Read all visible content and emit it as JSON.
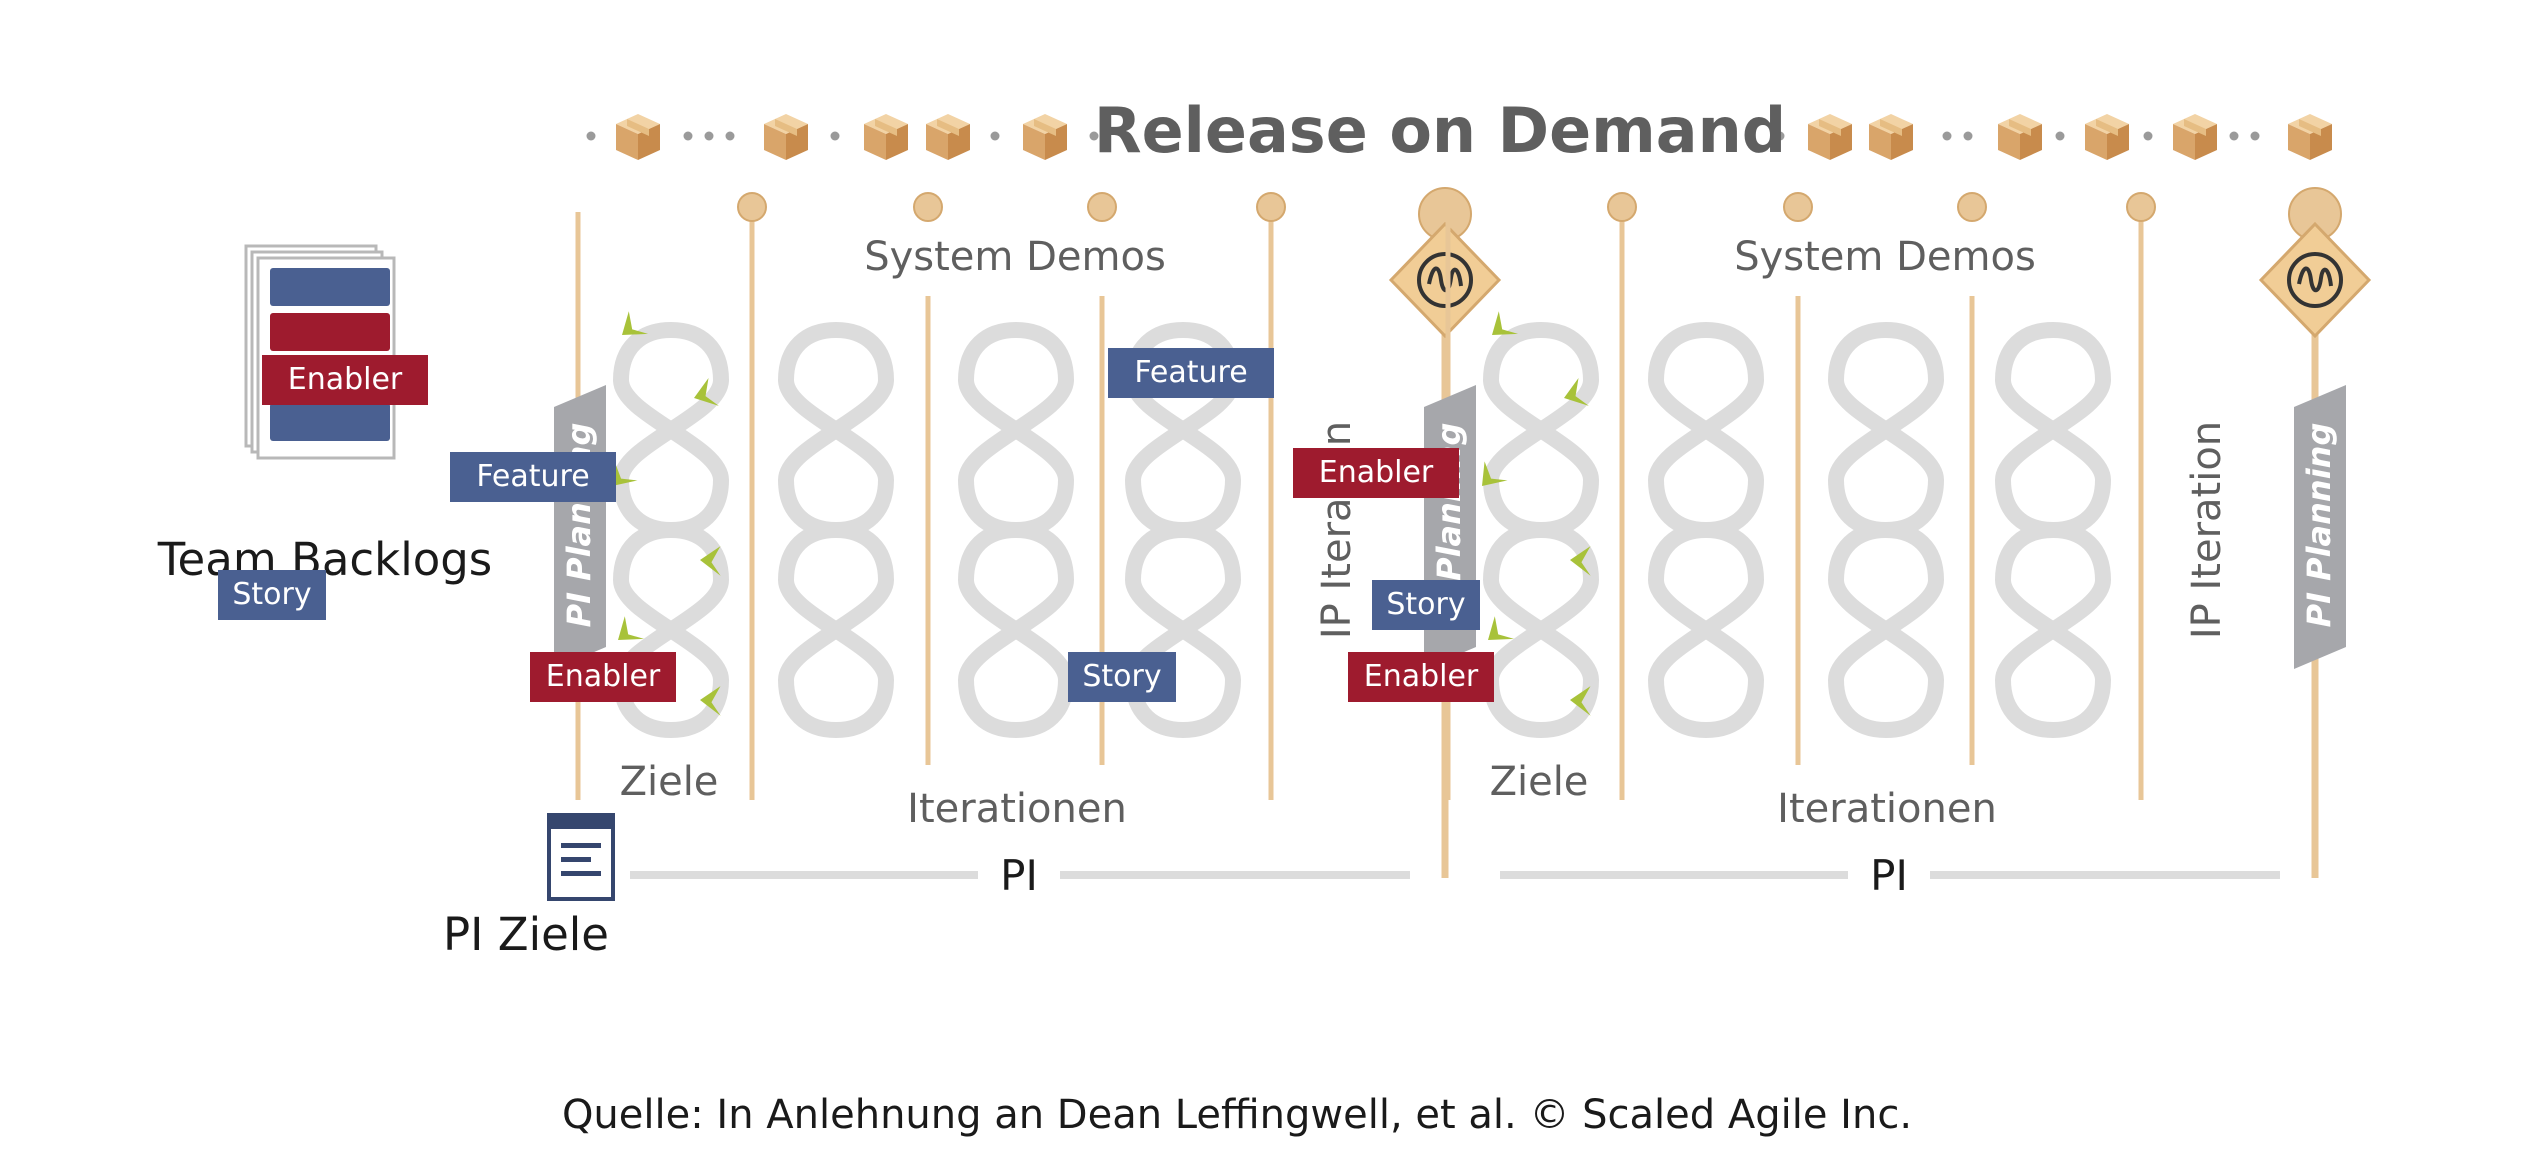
{
  "title": "Release on Demand",
  "team_backlogs_label": "Team Backlogs",
  "pi_goals_label": "PI Ziele",
  "source": "Quelle: In Anlehnung an Dean Leffingwell, et al. © Scaled Agile Inc.",
  "pi_planning_label": "PI Planning",
  "ip_iteration_label": "IP Iteration",
  "pi_label": "PI",
  "system_demos_label": "System Demos",
  "ziele_label": "Ziele",
  "iterationen_label": "Iterationen",
  "increments": [
    {
      "cards": [
        {
          "type": "enabler",
          "label": "Enabler"
        },
        {
          "type": "feature",
          "label": "Feature"
        },
        {
          "type": "story",
          "label": "Story"
        },
        {
          "type": "enabler",
          "label": "Enabler"
        }
      ]
    },
    {
      "cards": [
        {
          "type": "feature",
          "label": "Feature"
        },
        {
          "type": "enabler",
          "label": "Enabler"
        },
        {
          "type": "story",
          "label": "Story"
        },
        {
          "type": "story",
          "label": "Story"
        },
        {
          "type": "enabler",
          "label": "Enabler"
        }
      ]
    }
  ],
  "colors": {
    "feature_story": "#4a6091",
    "enabler": "#9e1b2e",
    "timeline_line": "#e8c697",
    "pi_tag": "#a6a7ab",
    "loop": "#dcdcdc",
    "arrow": "#a8c23a",
    "gray_text": "#5f5f5f",
    "dark_text": "#1a1a1a"
  },
  "icons": {
    "package": "package-icon",
    "milestone": "milestone-icon",
    "release": "release-diamond-icon",
    "backlog": "backlog-stack-icon",
    "document": "document-icon"
  }
}
